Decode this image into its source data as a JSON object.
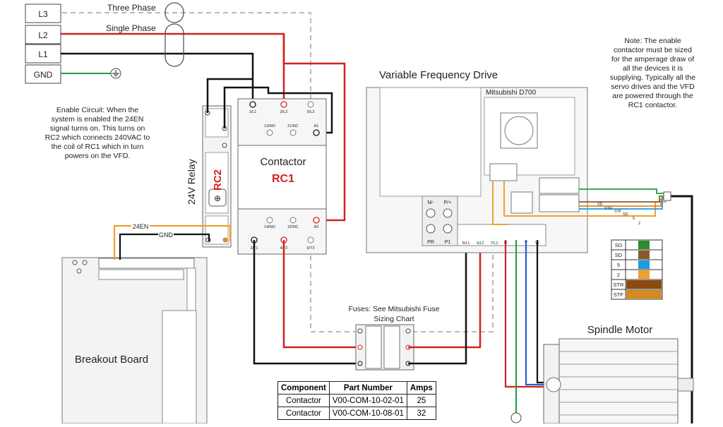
{
  "supply": {
    "terminals": [
      "L3",
      "L2",
      "L1",
      "GND"
    ],
    "three_phase_label": "Three Phase",
    "single_phase_label": "Single Phase"
  },
  "enable_note": [
    "Enable Circuit: When the",
    "system is enabled the 24EN",
    "signal turns on. This turns on",
    "RC2 which connects 240VAC to",
    "the coil of RC1 which in turn",
    "powers on the VFD."
  ],
  "sizing_note": [
    "Note: The enable",
    "contactor must be sized",
    "for the amperage draw of",
    "all the devices it is",
    "supplying. Typically all the",
    "servo drives and the VFD",
    "are powered through the",
    "RC1 contactor."
  ],
  "relay": {
    "label": "24V Relay",
    "id": "RC2"
  },
  "contactor": {
    "name": "Contactor",
    "id": "RC1",
    "top_terminals": [
      "1/L1",
      "3/L2",
      "5/L3"
    ],
    "aux_top": [
      "13/NO",
      "21/NC",
      "A1"
    ],
    "aux_bottom": [
      "14/NO",
      "22/NC",
      "A2"
    ],
    "bottom_terminals": [
      "2/T1",
      "4/T2",
      "6/T3"
    ]
  },
  "vfd": {
    "title": "Variable Frequency Drive",
    "model": "Mitsubishi D700",
    "terminals_left": [
      "N/-",
      "P/+",
      "PR",
      "P1"
    ],
    "terminals_out": [
      "R/L1",
      "S/L2",
      "T/L3",
      "U",
      "V",
      "W"
    ],
    "signal_labels": [
      "SD",
      "STR",
      "STF",
      "SD",
      "5",
      "2"
    ]
  },
  "fuses_note": [
    "Fuses: See Mitsubishi Fuse",
    "Sizing Chart"
  ],
  "breakout": {
    "label": "Breakout Board",
    "signal_24en": "24EN",
    "signal_gnd": "GND"
  },
  "spindle": {
    "label": "Spindle Motor"
  },
  "legend": {
    "rows": [
      {
        "label": "SD",
        "color": "#2e8b2e"
      },
      {
        "label": "SD",
        "color": "#8b5a2b"
      },
      {
        "label": "5",
        "color": "#1f9be0"
      },
      {
        "label": "2",
        "color": "#f0a030"
      },
      {
        "label": "STR",
        "color": "#8b4a10"
      },
      {
        "label": "STF",
        "color": "#d48a20"
      }
    ]
  },
  "parts_table": {
    "headers": [
      "Component",
      "Part Number",
      "Amps"
    ],
    "rows": [
      [
        "Contactor",
        "V00-COM-10-02-01",
        "25"
      ],
      [
        "Contactor",
        "V00-COM-10-08-01",
        "32"
      ]
    ]
  },
  "colors": {
    "red": "#d42020",
    "black": "#111111",
    "green": "#1e9e3e",
    "orange": "#f0a030",
    "blue": "#2060d0",
    "dashed": "#b0b0b0"
  }
}
